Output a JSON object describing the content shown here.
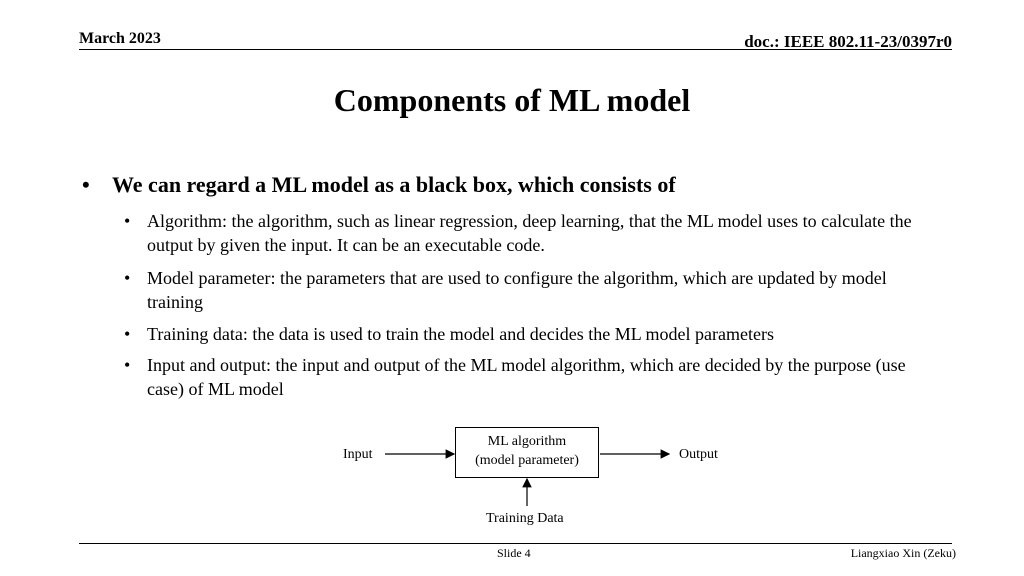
{
  "header": {
    "date": "March 2023",
    "doc_id": "doc.: IEEE 802.11-23/0397r0"
  },
  "title": "Components of ML model",
  "bullets": {
    "main": "We can regard a ML model as a black box, which consists of",
    "items": [
      "Algorithm: the algorithm, such as linear regression, deep learning, that the ML model uses to calculate the output by given the input. It can be an executable code.",
      "Model parameter: the parameters that are used to configure the algorithm, which are updated by model training",
      "Training data: the data is used to train the model and decides the ML model parameters",
      "Input and output: the input and output of the ML model algorithm, which are decided by the purpose (use case) of ML model"
    ]
  },
  "diagram": {
    "input_label": "Input",
    "box_line1": "ML algorithm",
    "box_line2": "(model parameter)",
    "output_label": "Output",
    "training_label": "Training Data"
  },
  "footer": {
    "slide": "Slide 4",
    "author": "Liangxiao Xin (Zeku)"
  }
}
